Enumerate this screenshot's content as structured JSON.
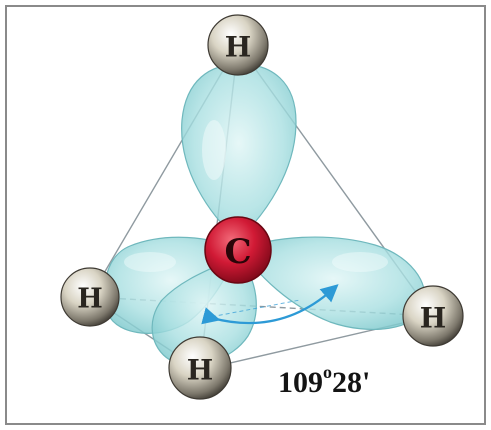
{
  "molecule": {
    "central_atom": {
      "symbol": "C",
      "color": "#c8102e"
    },
    "hydrogens": [
      {
        "id": "top",
        "symbol": "H"
      },
      {
        "id": "left",
        "symbol": "H"
      },
      {
        "id": "front",
        "symbol": "H"
      },
      {
        "id": "right",
        "symbol": "H"
      }
    ],
    "orbital_color": "#9ed9dc",
    "bond_angle": {
      "degrees": "109",
      "degree_sign": "o",
      "minutes": "28'"
    }
  }
}
